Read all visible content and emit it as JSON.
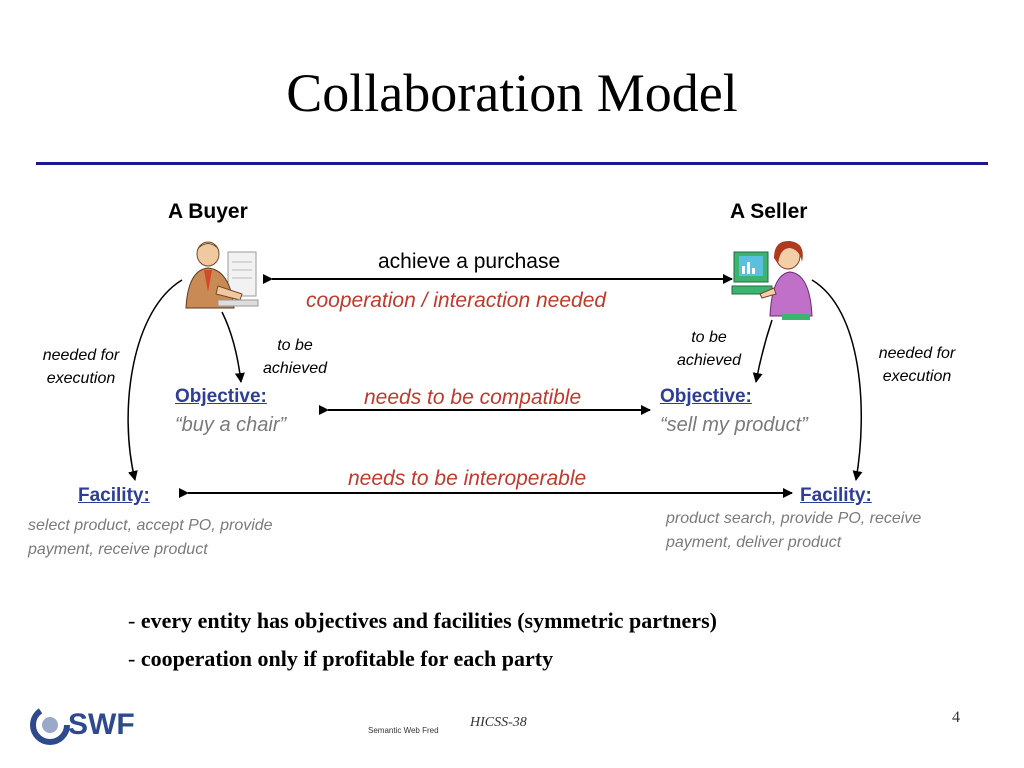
{
  "slide": {
    "title": "Collaboration Model",
    "page_number": "4"
  },
  "buyer": {
    "name": "A Buyer",
    "needed_for": "needed for\nexecution",
    "to_be_achieved": "to be\nachieved",
    "objective_label": "Objective: ",
    "objective_value": "“buy a chair”",
    "facility_label": "Facility:",
    "facility_value_line1": "select product, accept PO, provide",
    "facility_value_line2": "payment, receive product"
  },
  "seller": {
    "name": "A Seller",
    "needed_for": "needed for\nexecution",
    "to_be_achieved": "to be\nachieved",
    "objective_label": "Objective: ",
    "objective_value": "“sell my product”",
    "facility_label": "Facility:",
    "facility_value_line1": "product search, provide PO, receive",
    "facility_value_line2": "payment, deliver product"
  },
  "relations": {
    "purchase": "achieve a purchase",
    "cooperation": "cooperation / interaction needed",
    "compatible": "needs to be compatible",
    "interoperable": "needs to be interoperable"
  },
  "bullets": {
    "b1_dash": "- ",
    "b1_text": "every entity has objectives and facilities (symmetric partners)",
    "b2_dash": "- ",
    "b2_text": "cooperation only if  profitable for each party"
  },
  "footer": {
    "logo_text": "SWF",
    "org": "Semantic Web Fred",
    "conference": "HICSS-38"
  },
  "colors": {
    "rule": "#1a1a8c",
    "red_text": "#c0392b",
    "heading_blue": "#2e3d96",
    "gray_text": "#7a7a7a"
  }
}
